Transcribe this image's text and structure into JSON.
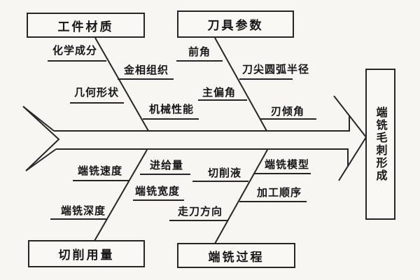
{
  "diagram_type": "fishbone-cause-effect",
  "effect": {
    "label": "端铣毛刺形成"
  },
  "categories": [
    {
      "label": "工件材质",
      "position": "top-left",
      "factors": [
        "化学成分",
        "金相组织",
        "几何形状",
        "机械性能"
      ]
    },
    {
      "label": "刀具参数",
      "position": "top-right",
      "factors": [
        "前角",
        "刀尖圆弧半径",
        "主偏角",
        "刃倾角"
      ]
    },
    {
      "label": "切削用量",
      "position": "bottom-left",
      "factors": [
        "端铣速度",
        "进给量",
        "端铣宽度",
        "端铣深度"
      ]
    },
    {
      "label": "端铣过程",
      "position": "bottom-right",
      "factors": [
        "切削液",
        "端铣模型",
        "加工顺序",
        "走刀方向"
      ]
    }
  ],
  "colors": {
    "line": "#262626",
    "background": "#f7f6f3",
    "text": "#161616"
  }
}
